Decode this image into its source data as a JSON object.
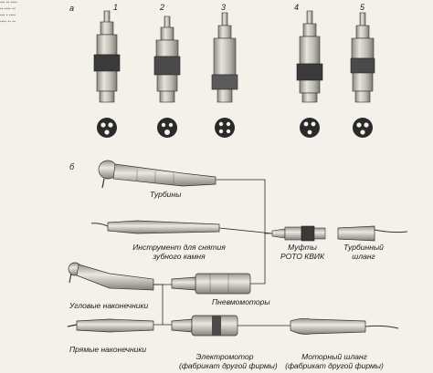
{
  "figure": {
    "panel_a": "а",
    "panel_b": "б",
    "coupling_numbers": [
      "1",
      "2",
      "3",
      "4",
      "5"
    ]
  },
  "labels": {
    "turbines": "Турбины",
    "scaler_line1": "Инструмент для снятия",
    "scaler_line2": "зубного камня",
    "couplings_line1": "Муфты",
    "couplings_line2": "РОТО КВИК",
    "turbine_hose_line1": "Турбинный",
    "turbine_hose_line2": "шланг",
    "angle_handpieces": "Угловые наконечники",
    "air_motors": "Пневмомоторы",
    "straight_handpieces": "Прямые наконечники",
    "electromotor_line1": "Электромотор",
    "electromotor_line2": "(фабрикат другой фирмы)",
    "motor_hose_line1": "Моторный шланг",
    "motor_hose_line2": "(фабрикат другой фирмы)"
  },
  "colors": {
    "paper": "#f4f1ea",
    "ink": "#1c1c1c",
    "metal": "#c9c6be",
    "dark_band": "#3a3a3a"
  }
}
